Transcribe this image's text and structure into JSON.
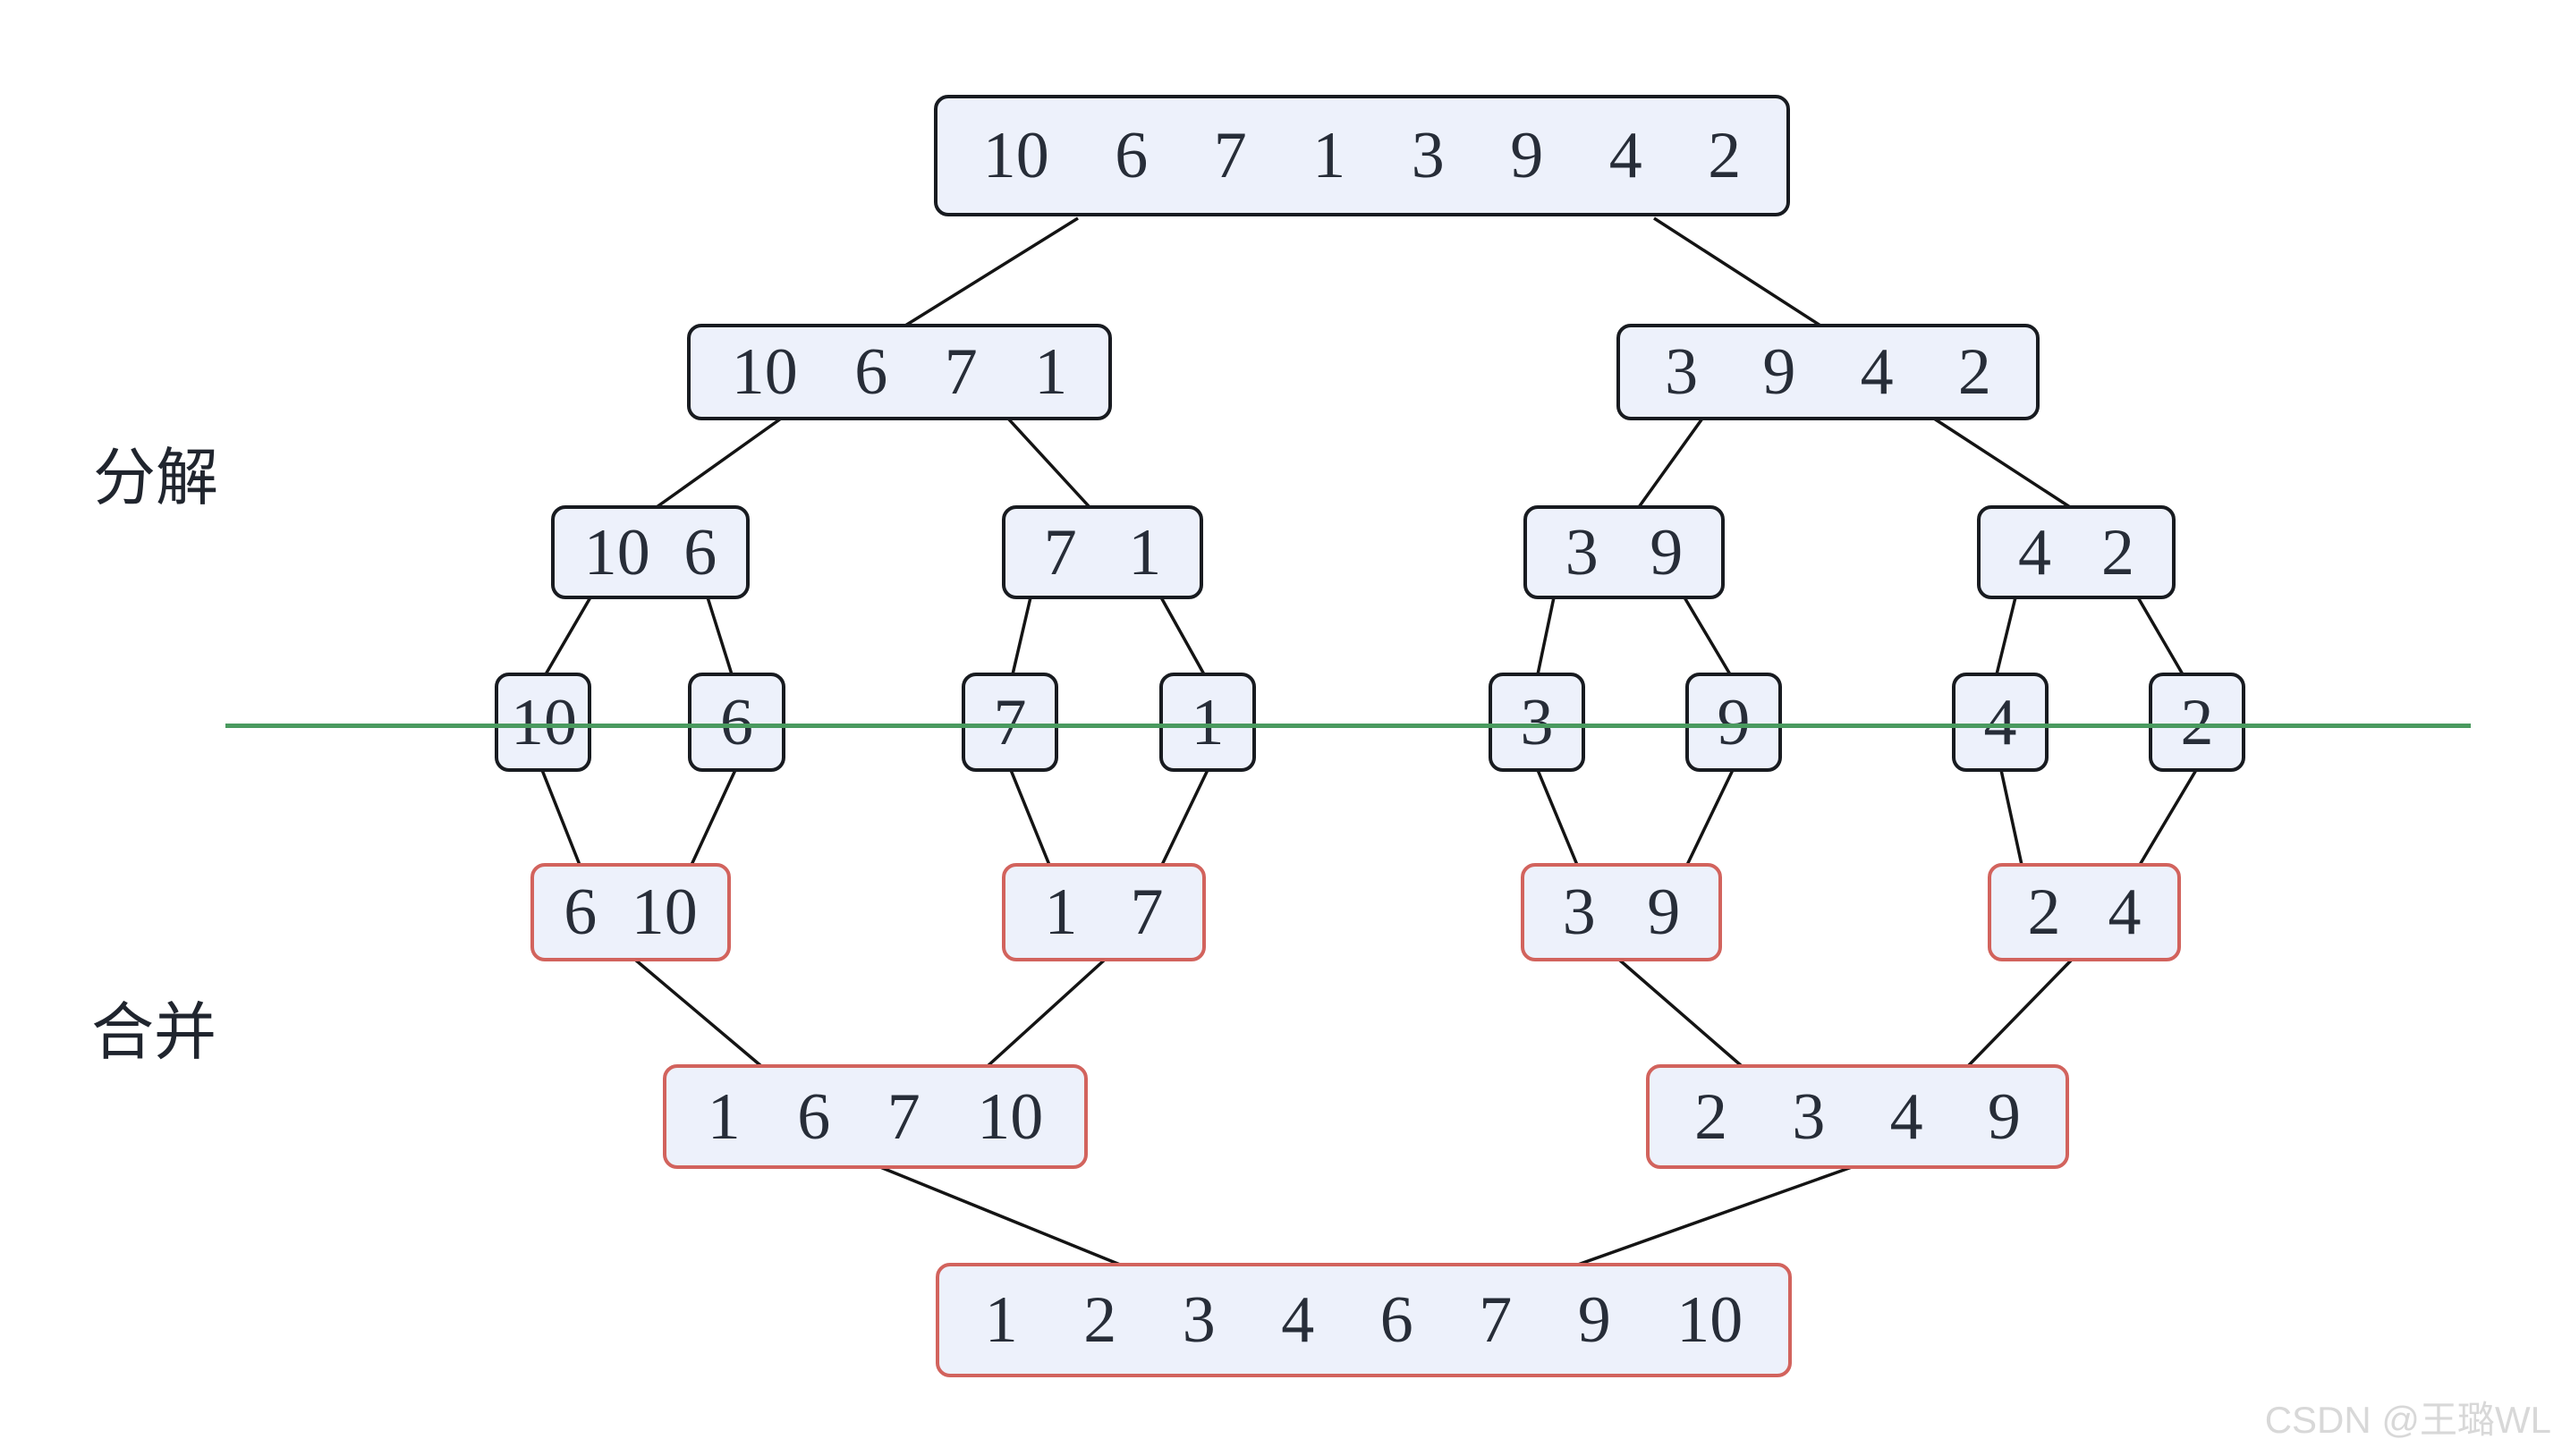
{
  "labels": {
    "decompose": "分解",
    "merge": "合并"
  },
  "watermark": {
    "text": "CSDN @王璐WL"
  },
  "colors": {
    "node_fill": "#edf1fb",
    "split_border": "#181b20",
    "merge_border": "#d2635d",
    "edge_line": "#141414",
    "divider_line": "#4a9a5f",
    "value_text": "#272d38",
    "label_text": "#20252e",
    "watermark_text": "#d8d8d8"
  },
  "tree": {
    "levels": [
      {
        "phase": "split",
        "nodes": [
          [
            "10",
            "6",
            "7",
            "1",
            "3",
            "9",
            "4",
            "2"
          ]
        ]
      },
      {
        "phase": "split",
        "nodes": [
          [
            "10",
            "6",
            "7",
            "1"
          ],
          [
            "3",
            "9",
            "4",
            "2"
          ]
        ]
      },
      {
        "phase": "split",
        "nodes": [
          [
            "10",
            "6"
          ],
          [
            "7",
            "1"
          ],
          [
            "3",
            "9"
          ],
          [
            "4",
            "2"
          ]
        ]
      },
      {
        "phase": "split",
        "nodes": [
          [
            "10"
          ],
          [
            "6"
          ],
          [
            "7"
          ],
          [
            "1"
          ],
          [
            "3"
          ],
          [
            "9"
          ],
          [
            "4"
          ],
          [
            "2"
          ]
        ]
      },
      {
        "phase": "merge",
        "nodes": [
          [
            "6",
            "10"
          ],
          [
            "1",
            "7"
          ],
          [
            "3",
            "9"
          ],
          [
            "2",
            "4"
          ]
        ]
      },
      {
        "phase": "merge",
        "nodes": [
          [
            "1",
            "6",
            "7",
            "10"
          ],
          [
            "2",
            "3",
            "4",
            "9"
          ]
        ]
      },
      {
        "phase": "merge",
        "nodes": [
          [
            "1",
            "2",
            "3",
            "4",
            "6",
            "7",
            "9",
            "10"
          ]
        ]
      }
    ]
  }
}
